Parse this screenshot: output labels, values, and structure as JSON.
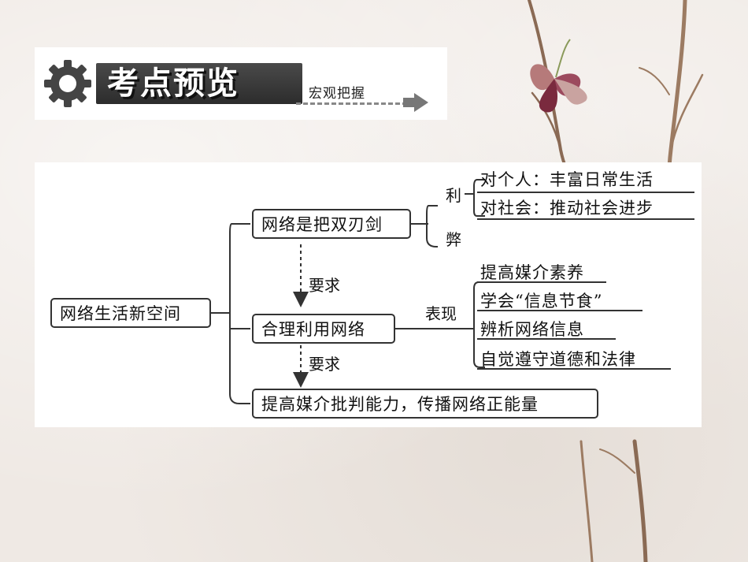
{
  "header": {
    "title": "考点预览",
    "subtitle": "宏观把握"
  },
  "mindmap": {
    "root": "网络生活新空间",
    "branch1": {
      "label": "网络是把双刃剑",
      "relation": [
        "利",
        "弊"
      ],
      "items": [
        "对个人：丰富日常生活",
        "对社会：推动社会进步"
      ]
    },
    "link1": "要求",
    "branch2": {
      "label": "合理利用网络",
      "relation": "表现",
      "items": [
        "提高媒介素养",
        "学会“信息节食”",
        "辨析网络信息",
        "自觉遵守道德和法律"
      ]
    },
    "link2": "要求",
    "branch3": {
      "label": "提高媒介批判能力，传播网络正能量"
    }
  },
  "colors": {
    "banner_bg": "#ffffff",
    "title_bg": "#3a3a3a",
    "gear": "#444444",
    "line": "#333333"
  },
  "icons": {
    "gear": "gear-icon",
    "arrow": "arrow-right-icon"
  }
}
